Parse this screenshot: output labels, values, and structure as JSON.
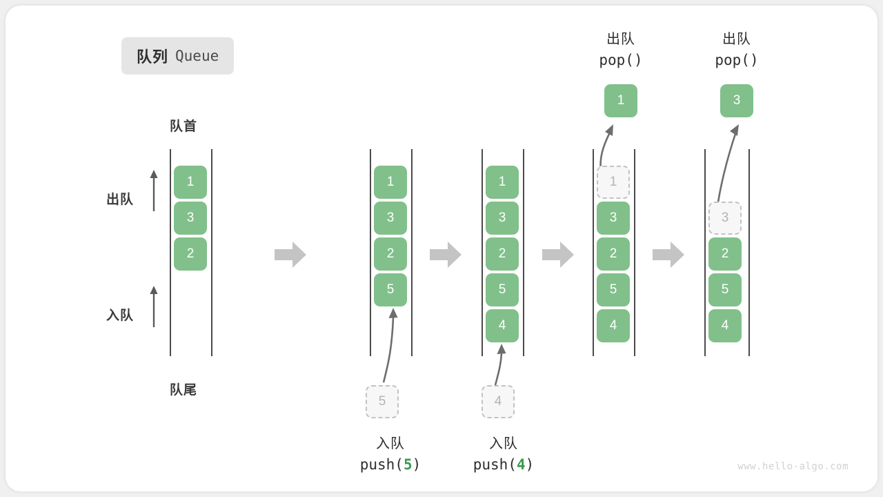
{
  "title": {
    "cn": "队列",
    "en": "Queue"
  },
  "labels": {
    "head": "队首",
    "tail": "队尾",
    "dequeue": "出队",
    "enqueue": "入队"
  },
  "watermark": "www.hello-algo.com",
  "colors": {
    "cell_fill": "#81c08a",
    "cell_text": "#ffffff",
    "ghost_fill": "#f7f7f7",
    "ghost_border": "#c2c2c2",
    "ghost_text": "#b4b4b4",
    "rail": "#4a4a4a",
    "step_arrow": "#c4c4c4",
    "accent_code": "#3c9a4e",
    "badge_bg": "#e5e5e5",
    "card_bg": "#ffffff",
    "page_bg": "#f0f0f0"
  },
  "stages": [
    {
      "id": "initial",
      "cells": [
        "1",
        "3",
        "2"
      ],
      "ghost_top": null,
      "ghost_bottom": null,
      "popped": null,
      "caption_cn": "",
      "caption_code": "",
      "caption_arg": ""
    },
    {
      "id": "push-5",
      "cells": [
        "1",
        "3",
        "2",
        "5"
      ],
      "ghost_top": null,
      "ghost_bottom": "5",
      "popped": null,
      "caption_cn": "入队",
      "caption_code_prefix": "push(",
      "caption_arg": "5",
      "caption_code_suffix": ")"
    },
    {
      "id": "push-4",
      "cells": [
        "1",
        "3",
        "2",
        "5",
        "4"
      ],
      "ghost_top": null,
      "ghost_bottom": "4",
      "popped": null,
      "caption_cn": "入队",
      "caption_code_prefix": "push(",
      "caption_arg": "4",
      "caption_code_suffix": ")"
    },
    {
      "id": "pop-1",
      "cells": [
        "3",
        "2",
        "5",
        "4"
      ],
      "ghost_top": "1",
      "ghost_bottom": null,
      "popped": "1",
      "caption_cn": "出队",
      "caption_code_prefix": "pop(",
      "caption_arg": "",
      "caption_code_suffix": ")"
    },
    {
      "id": "pop-3",
      "cells": [
        "2",
        "5",
        "4"
      ],
      "ghost_top": "3",
      "ghost_bottom": null,
      "popped": "3",
      "caption_cn": "出队",
      "caption_code_prefix": "pop(",
      "caption_arg": "",
      "caption_code_suffix": ")"
    }
  ]
}
